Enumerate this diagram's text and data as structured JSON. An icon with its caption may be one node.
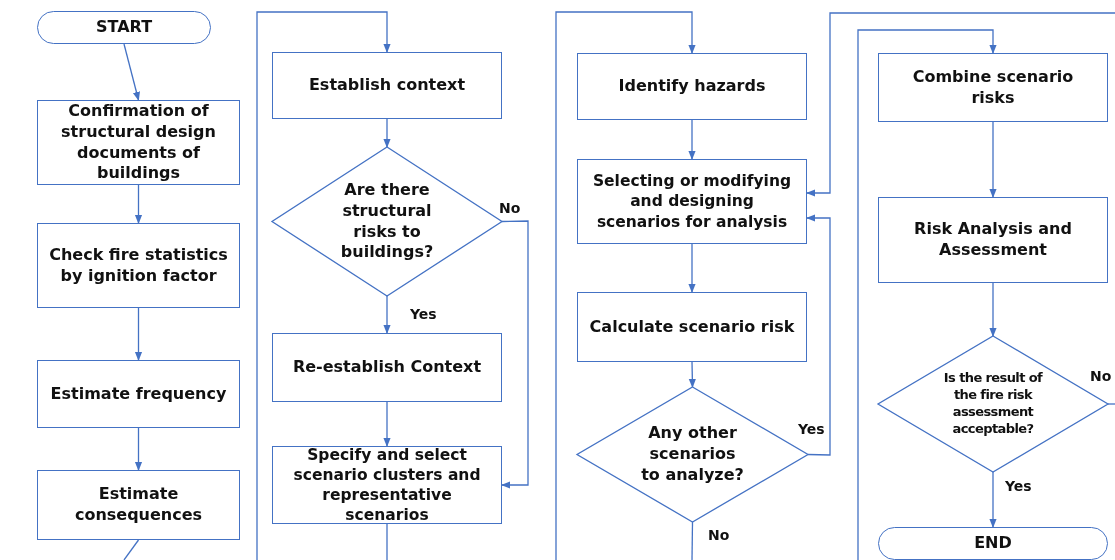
{
  "diagram": {
    "nodes": [
      {
        "text": [
          "START"
        ]
      },
      {
        "text": [
          "Confirmation of structural design documents of buildings"
        ]
      },
      {
        "text": [
          "Check fire statistics by ignition factor"
        ]
      },
      {
        "text": [
          "Estimate frequency"
        ]
      },
      {
        "text": [
          "Estimate consequences"
        ]
      },
      {
        "text": [
          "Establish context"
        ]
      },
      {
        "text": [
          "Are there structural risks to buildings?"
        ]
      },
      {
        "text": [
          "Re-establish Context"
        ]
      },
      {
        "text": [
          "Specify and select scenario clusters and representative scenarios"
        ]
      },
      {
        "text": [
          "Identify hazards"
        ]
      },
      {
        "text": [
          "Selecting or modifying and designing scenarios for analysis"
        ]
      },
      {
        "text": [
          "Calculate scenario risk"
        ]
      },
      {
        "text": [
          "Any other scenarios to analyze?"
        ]
      },
      {
        "text": [
          "Combine scenario risks"
        ]
      },
      {
        "text": [
          "Risk Analysis and Assessment"
        ]
      },
      {
        "text": [
          "Is the result of the fire risk assessment acceptable?"
        ]
      },
      {
        "text": [
          "END"
        ]
      }
    ],
    "edges": [
      {
        "from": 0,
        "to": 1,
        "arrow": "to"
      },
      {
        "from": 1,
        "to": 2,
        "arrow": "to"
      },
      {
        "from": 2,
        "to": 3,
        "arrow": "to"
      },
      {
        "from": 3,
        "to": 4,
        "arrow": "to"
      },
      {
        "from": 4,
        "to": null,
        "arrow": "none"
      },
      {
        "from": null,
        "to": 5,
        "arrow": "to"
      },
      {
        "from": 5,
        "to": 6,
        "arrow": "to"
      },
      {
        "from": 6,
        "to": 7,
        "arrow": "to",
        "label": "Yes"
      },
      {
        "from": 6,
        "to": 8,
        "arrow": "to",
        "label": "No"
      },
      {
        "from": 7,
        "to": 8,
        "arrow": "to"
      },
      {
        "from": 8,
        "to": null,
        "arrow": "none"
      },
      {
        "from": null,
        "to": 9,
        "arrow": "to"
      },
      {
        "from": 9,
        "to": 10,
        "arrow": "to"
      },
      {
        "from": 10,
        "to": 11,
        "arrow": "to"
      },
      {
        "from": 11,
        "to": 12,
        "arrow": "to"
      },
      {
        "from": 12,
        "to": 10,
        "arrow": "to",
        "label": "Yes"
      },
      {
        "from": 12,
        "to": null,
        "arrow": "none",
        "label": "No"
      },
      {
        "from": null,
        "to": 13,
        "arrow": "to"
      },
      {
        "from": 13,
        "to": 14,
        "arrow": "to"
      },
      {
        "from": 14,
        "to": 15,
        "arrow": "to"
      },
      {
        "from": 15,
        "to": 16,
        "arrow": "to",
        "label": "Yes"
      },
      {
        "from": 15,
        "to": null,
        "arrow": "none",
        "label": "No"
      },
      {
        "from": null,
        "to": 10,
        "arrow": "to"
      }
    ]
  }
}
